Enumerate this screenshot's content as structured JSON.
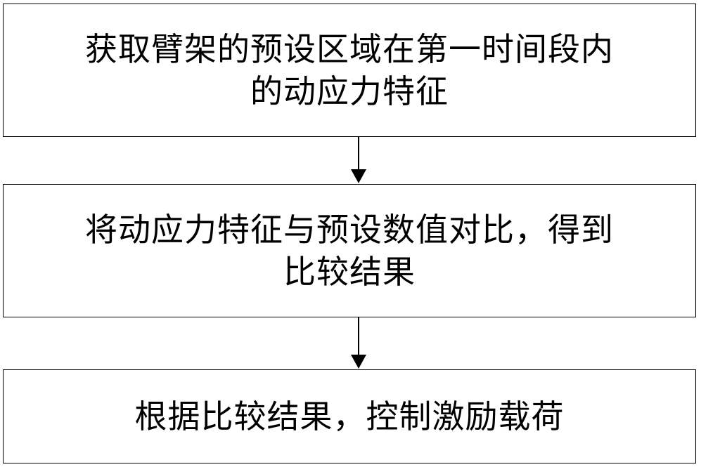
{
  "flowchart": {
    "steps": [
      {
        "text": "获取臂架的预设区域在第一时间段内\n的动应力特征"
      },
      {
        "text": "将动应力特征与预设数值对比，得到\n比较结果"
      },
      {
        "text": "根据比较结果，控制激励载荷"
      }
    ]
  }
}
